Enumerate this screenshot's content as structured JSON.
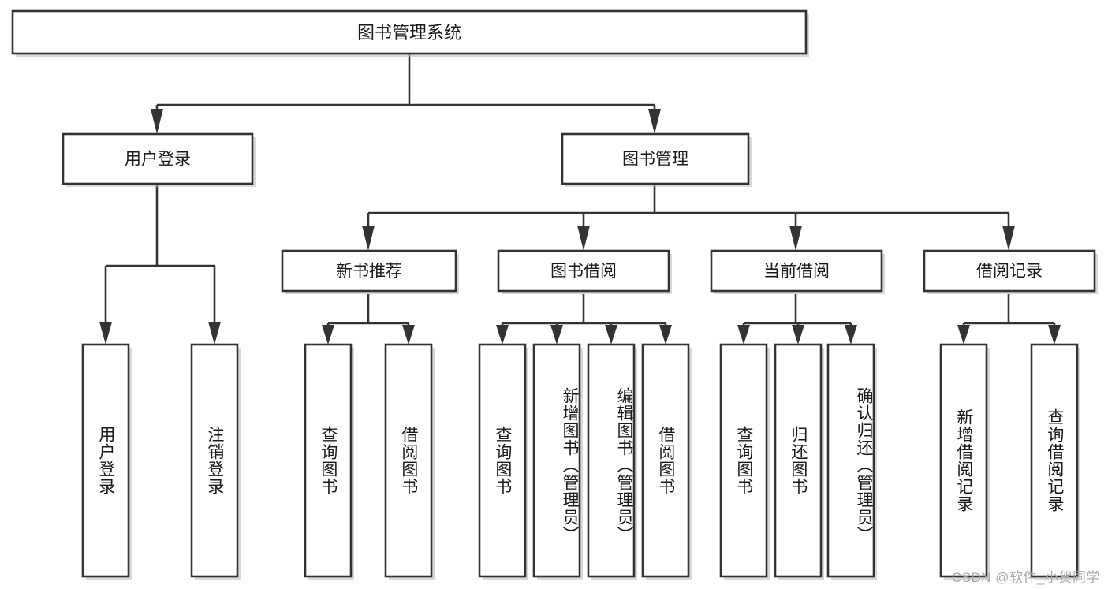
{
  "diagram": {
    "title": "图书管理系统",
    "watermark": "CSDN @软件_小贺同学",
    "stroke_color": "#333333",
    "box_fill": "#ffffff",
    "background": "#ffffff",
    "root": {
      "id": "root",
      "label": "图书管理系统"
    },
    "level2": [
      {
        "id": "user-login",
        "label": "用户登录"
      },
      {
        "id": "book-management",
        "label": "图书管理"
      }
    ],
    "level3": [
      {
        "id": "new-book-recommend",
        "label": "新书推荐",
        "parent": "book-management"
      },
      {
        "id": "book-borrow",
        "label": "图书借阅",
        "parent": "book-management"
      },
      {
        "id": "current-borrow",
        "label": "当前借阅",
        "parent": "book-management"
      },
      {
        "id": "borrow-record",
        "label": "借阅记录",
        "parent": "book-management"
      }
    ],
    "leaves": [
      {
        "id": "leaf-user-login",
        "label": "用户登录",
        "parent": "user-login"
      },
      {
        "id": "leaf-logout-login",
        "label": "注销登录",
        "parent": "user-login"
      },
      {
        "id": "leaf-query-book-1",
        "label": "查询图书",
        "parent": "new-book-recommend"
      },
      {
        "id": "leaf-borrow-book-1",
        "label": "借阅图书",
        "parent": "new-book-recommend"
      },
      {
        "id": "leaf-query-book-2",
        "label": "查询图书",
        "parent": "book-borrow"
      },
      {
        "id": "leaf-add-book",
        "label": "新增图书（管理员）",
        "parent": "book-borrow"
      },
      {
        "id": "leaf-edit-book",
        "label": "编辑图书（管理员）",
        "parent": "book-borrow"
      },
      {
        "id": "leaf-borrow-book-2",
        "label": "借阅图书",
        "parent": "book-borrow"
      },
      {
        "id": "leaf-query-book-3",
        "label": "查询图书",
        "parent": "current-borrow"
      },
      {
        "id": "leaf-return-book",
        "label": "归还图书",
        "parent": "current-borrow"
      },
      {
        "id": "leaf-confirm-return",
        "label": "确认归还（管理员）",
        "parent": "current-borrow"
      },
      {
        "id": "leaf-add-record",
        "label": "新增借阅记录",
        "parent": "borrow-record"
      },
      {
        "id": "leaf-query-record",
        "label": "查询借阅记录",
        "parent": "borrow-record"
      }
    ]
  }
}
